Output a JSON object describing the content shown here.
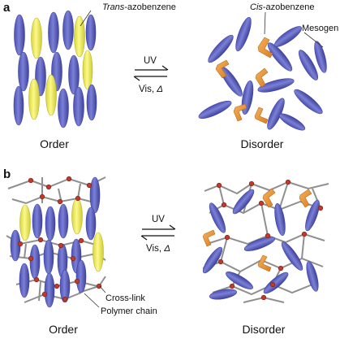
{
  "panel_a": {
    "letter": "a",
    "trans_label_italic": "Trans",
    "trans_label_rest": "-azobenzene",
    "cis_label_italic": "Cis",
    "cis_label_rest": "-azobenzene",
    "mesogen_label": "Mesogen",
    "forward_label": "UV",
    "reverse_label_text": "Vis, ",
    "reverse_label_symbol": "Δ",
    "left_state": "Order",
    "right_state": "Disorder"
  },
  "panel_b": {
    "letter": "b",
    "crosslink_label": "Cross-link",
    "chain_label": "Polymer chain",
    "forward_label": "UV",
    "reverse_label_text": "Vis, ",
    "reverse_label_symbol": "Δ",
    "left_state": "Order",
    "right_state": "Disorder"
  },
  "colors": {
    "mesogen": "#6b6fc8",
    "mesogen_edge": "#3f43a0",
    "trans_azobenzene": "#f0ee5a",
    "trans_edge": "#b8b531",
    "cis_azobenzene": "#eb9a3c",
    "cis_edge": "#b8691e",
    "polymer_chain": "#8f8f8f",
    "crosslink": "#c0392b"
  }
}
